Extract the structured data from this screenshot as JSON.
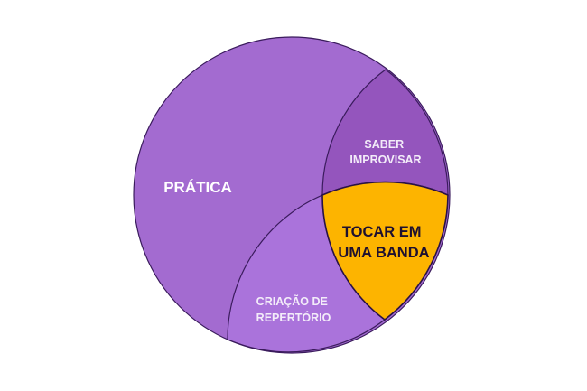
{
  "diagram": {
    "type": "nested-venn",
    "regions": [
      {
        "id": "pratica",
        "label_lines": [
          "PRÁTICA"
        ],
        "color": "#A36BD0",
        "text_color": "#FFFFFF"
      },
      {
        "id": "saber_improvisar",
        "label_lines": [
          "SABER",
          "IMPROVISAR"
        ],
        "color": "#9455BD",
        "text_color": "#F3ECF9"
      },
      {
        "id": "tocar_em_uma_banda",
        "label_lines": [
          "TOCAR EM",
          "UMA BANDA"
        ],
        "color": "#FDB400",
        "text_color": "#1E1030"
      },
      {
        "id": "criacao_de_repertorio",
        "label_lines": [
          "CRIAÇÃO DE",
          "REPERTÓRIO"
        ],
        "color": "#AA73DB",
        "text_color": "#F3ECF9"
      }
    ],
    "stroke_color": "#3A1B5C"
  }
}
